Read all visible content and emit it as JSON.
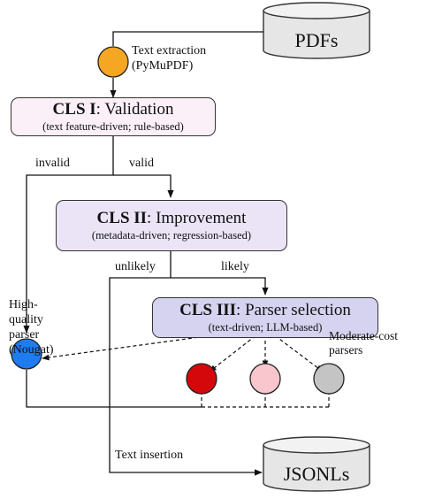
{
  "sources": {
    "pdfs": "PDFs",
    "jsonls": "JSONLs"
  },
  "extraction": {
    "line1": "Text extraction",
    "line2": "(PyMuPDF)",
    "color": "#F5A623"
  },
  "cls1": {
    "title_bold": "CLS I",
    "title_rest": ": Validation",
    "sub": "(text feature-driven; rule-based)",
    "fill": "#FBEFF8"
  },
  "cls2": {
    "title_bold": "CLS II",
    "title_rest": ": Improvement",
    "sub": "(metadata-driven; regression-based)",
    "fill": "#EBE4F7"
  },
  "cls3": {
    "title_bold": "CLS III",
    "title_rest": ": Parser selection",
    "sub": "(text-driven; LLM-based)",
    "fill": "#D6D3F0"
  },
  "edges": {
    "invalid": "invalid",
    "valid": "valid",
    "unlikely": "unlikely",
    "likely": "likely",
    "text_insertion": "Text insertion"
  },
  "high_quality": {
    "lines": [
      "High-",
      "quality",
      "parser",
      "(Nougat)"
    ],
    "color": "#1E7BF0"
  },
  "moderate": {
    "lines": [
      "Moderate-cost",
      "parsers"
    ],
    "colors": [
      "#D4070B",
      "#F8C6CC",
      "#C4C4C4"
    ]
  }
}
